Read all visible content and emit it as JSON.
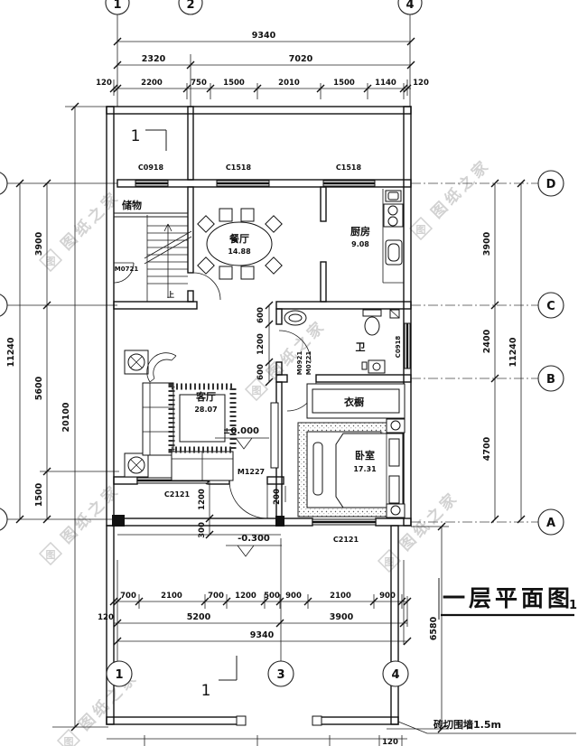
{
  "title": {
    "text": "一层平面图",
    "scale_suffix": "1"
  },
  "fence_note": "砖切围墙1.5m",
  "section_mark": "1",
  "stair_up": "上",
  "levels": {
    "ground": "±0.000",
    "yard": "-0.300"
  },
  "watermark": {
    "text": "图纸之家",
    "logo": "图"
  },
  "grid": {
    "top": [
      "1",
      "2",
      "4"
    ],
    "bottom": [
      "1",
      "3",
      "4"
    ],
    "right": [
      "D",
      "C",
      "B",
      "A"
    ]
  },
  "rooms": {
    "dining": {
      "name": "餐厅",
      "area": "14.88"
    },
    "kitchen": {
      "name": "厨房",
      "area": "9.08"
    },
    "living": {
      "name": "客厅",
      "area": "28.07"
    },
    "bath": {
      "name": "卫"
    },
    "bedroom": {
      "name": "卧室",
      "area": "17.31"
    },
    "wardrobe": {
      "name": "衣橱"
    },
    "storage": {
      "name": "储物"
    }
  },
  "openings": {
    "win_storage": "C0918",
    "win_dining": "C1518",
    "win_kitchen": "C1518",
    "door_storage": "M0721",
    "door_living": "M1227",
    "door_bath": "M0921",
    "door_closet": "M0721",
    "win_bath": "C0918",
    "win_living": "C2121",
    "win_bedroom": "C2121"
  },
  "dims": {
    "top": {
      "overall": "9340",
      "mid": [
        "2320",
        "7020"
      ],
      "detail": [
        "120",
        "2200",
        "750",
        "1500",
        "2010",
        "1500",
        "1140",
        "120"
      ]
    },
    "bottom": {
      "detail": [
        "700",
        "2100",
        "700",
        "1200",
        "500",
        "900",
        "2100",
        "900"
      ],
      "mid": [
        "120",
        "5200",
        "3900"
      ],
      "overall": "9340",
      "edge": "120"
    },
    "left": {
      "overall": "11240",
      "segs": [
        "3900",
        "5600",
        "1500"
      ],
      "total": "20100"
    },
    "right": {
      "segs": [
        "3900",
        "2400",
        "4700"
      ],
      "overall": "11240",
      "yard": "6580"
    },
    "inner": {
      "a": "600",
      "b": "1200",
      "c": "600",
      "d": "1200",
      "e": "300",
      "f": "200"
    }
  }
}
